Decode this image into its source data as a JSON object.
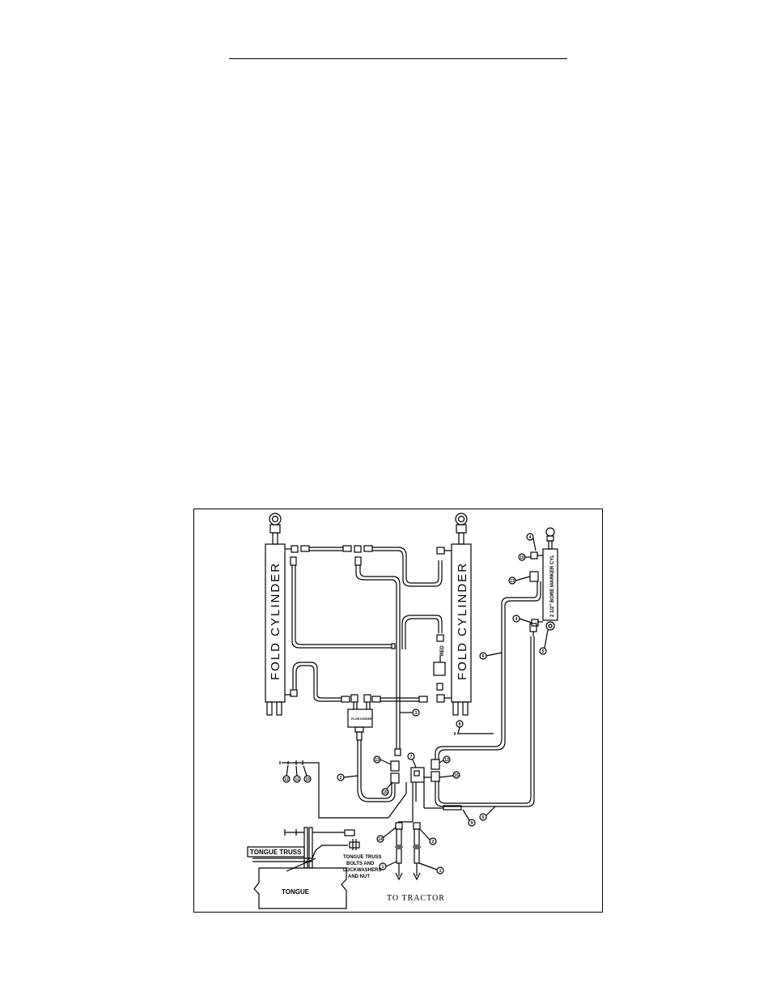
{
  "diagram": {
    "fold_cylinder_label": "FOLD CYLINDER",
    "marker_cylinder_label": "2 1/2\" BORE MARKER CYL",
    "flow_divider_label": "FLOW DIVIDER",
    "red_label": "RED",
    "tongue_truss_label": "TONGUE TRUSS",
    "tongue_truss_bolts_label_1": "TONGUE TRUSS",
    "tongue_truss_bolts_label_2": "BOLTS AND",
    "tongue_truss_bolts_label_3": "LOCKWASHERS",
    "tongue_truss_bolts_label_4": "AND NUT",
    "tongue_label": "TONGUE",
    "to_tractor_label": "TO TRACTOR",
    "callouts": {
      "c1": "1",
      "c2": "2",
      "c3": "3",
      "c4": "4",
      "c5": "5",
      "c6": "6",
      "c7": "7",
      "c8": "8",
      "c9": "9",
      "c10": "10",
      "c11": "11",
      "c12": "12",
      "c13": "13",
      "c14": "14",
      "c15": "15"
    }
  }
}
